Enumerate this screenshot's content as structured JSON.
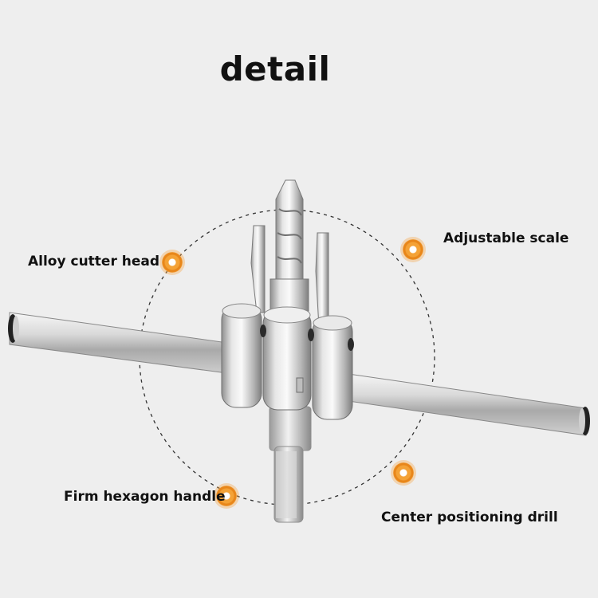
{
  "title": "detail",
  "labels": {
    "alloy_cutter_head": "Alloy cutter head",
    "adjustable_scale": "Adjustable scale",
    "firm_hexagon_handle": "Firm hexagon handle",
    "center_positioning_drill": "Center positioning drill"
  },
  "colors": {
    "background": "#eeeeee",
    "marker_orange": "#f0962a",
    "metal": "#c8c8c8"
  },
  "icons": [
    "orange-marker-icon"
  ]
}
